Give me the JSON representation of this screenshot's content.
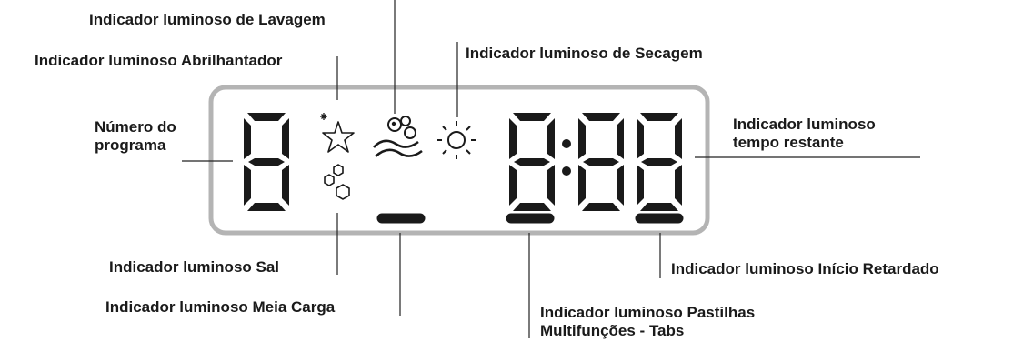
{
  "labels": {
    "lavagem": "Indicador luminoso de Lavagem",
    "abrilhantador": "Indicador luminoso Abrilhantador",
    "secagem": "Indicador luminoso de Secagem",
    "numero_line1": "Número do",
    "numero_line2": "programa",
    "tempo_line1": "Indicador luminoso",
    "tempo_line2": "tempo restante",
    "sal": "Indicador luminoso Sal",
    "inicio_retardado": "Indicador luminoso Início Retardado",
    "meia_carga": "Indicador luminoso Meia Carga",
    "pastilhas_line1": "Indicador luminoso Pastilhas",
    "pastilhas_line2": "Multifunções - Tabs"
  },
  "colors": {
    "panel_border": "#b4b4b4",
    "segment": "#1a1a1a",
    "leader_line": "#222222",
    "text": "#1a1a1a"
  },
  "display": {
    "program_digit": "8",
    "time_digits": [
      "8",
      "8",
      "8"
    ],
    "colon": ":"
  },
  "icons": [
    "star-icon",
    "salt-hexagons-icon",
    "wash-waves-icon",
    "sun-icon"
  ]
}
